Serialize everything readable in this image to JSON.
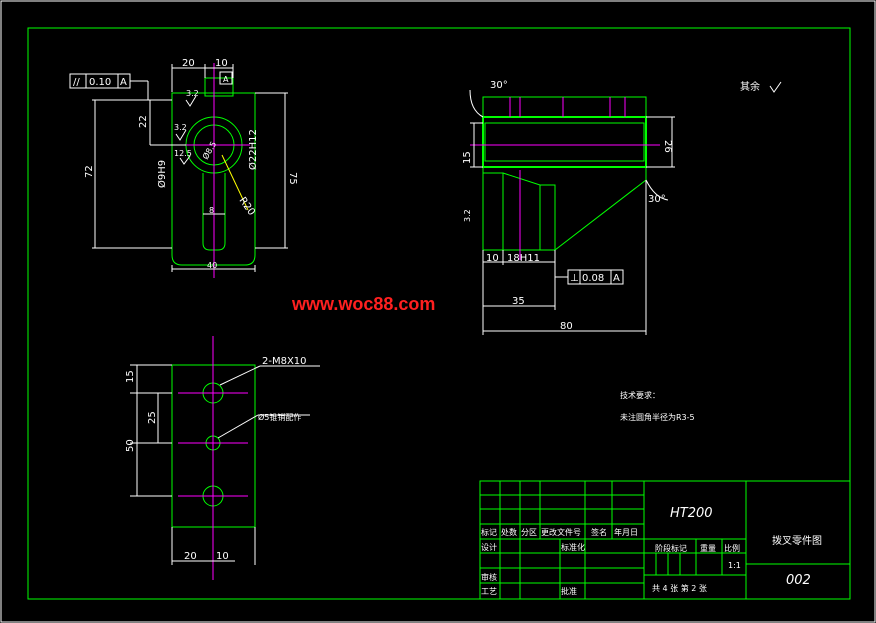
{
  "watermark": "www.woc88.com",
  "top_view": {
    "dims": {
      "d20": "20",
      "d10": "10",
      "d22": "22",
      "d72": "72",
      "d75": "75",
      "d40": "40",
      "d8": "8",
      "phi22": "Ø22H12",
      "phi9": "Ø9H9",
      "r20": "R20",
      "phi_small": "Ø8.5"
    },
    "parallelism_frame": {
      "symbol": "//",
      "value": "0.10",
      "datum": "A"
    },
    "datum_label": "A",
    "roughness": [
      "3.2",
      "3.2",
      "12.5"
    ]
  },
  "section_view": {
    "angle_top": "30°",
    "angle_bottom": "30°",
    "dims": {
      "d15": "15",
      "d26": "26",
      "d10": "10",
      "d18h11": "18H11",
      "d35": "35",
      "d80": "80",
      "d32": "3.2"
    },
    "perp_frame": {
      "symbol": "⊥",
      "value": "0.08",
      "datum": "A"
    }
  },
  "bottom_view": {
    "dims": {
      "d15": "15",
      "d25": "25",
      "d50": "50",
      "d20": "20",
      "d10": "10"
    },
    "callout_thread": "2-M8X10",
    "callout_hole": "Ø5锥销配作"
  },
  "other_roughness": "其余",
  "tech_notes": {
    "title": "技术要求：",
    "line1": "未注圆角半径为R3-5"
  },
  "title_block": {
    "material": "HT200",
    "part_name": "拨叉零件图",
    "drawing_no": "002",
    "row_labels": [
      "标记",
      "处数",
      "分区",
      "更改文件号",
      "签名",
      "年月日"
    ],
    "design": "设计",
    "standard": "标准化",
    "review": "审核",
    "process": "工艺",
    "approve": "批准",
    "stage": "阶段标记",
    "weight": "重量",
    "scale": "比例",
    "scale_value": "1:1",
    "sheets": "共 4 张  第 2 张"
  }
}
